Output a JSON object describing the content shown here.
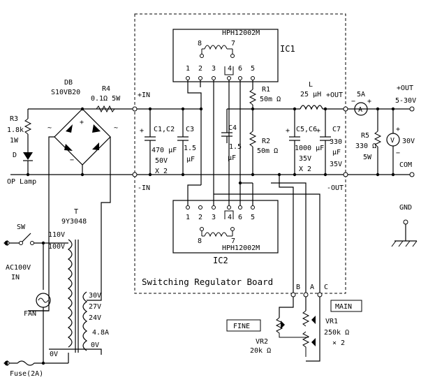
{
  "board": {
    "label": "Switching Regulator Board"
  },
  "ic1": {
    "label": "IC1",
    "part": "HPH12002M",
    "pins_top": [
      "8",
      "7"
    ],
    "pins_bottom": [
      "1",
      "2",
      "3",
      "4",
      "6",
      "5"
    ]
  },
  "ic2": {
    "label": "IC2",
    "part": "HPH12002M",
    "pins_top": [
      "1",
      "2",
      "3",
      "4",
      "6",
      "5"
    ],
    "pins_bottom": [
      "8",
      "7"
    ]
  },
  "bridge": {
    "ref": "DB",
    "part": "S10VB20",
    "plus": "+",
    "minus": "−",
    "ac1": "~",
    "ac2": "~"
  },
  "r4": {
    "ref": "R4",
    "value": "0.1Ω 5W"
  },
  "r3": {
    "ref": "R3",
    "value": "1.8k",
    "power": "1W"
  },
  "lamp": {
    "ref": "D",
    "label": "OP Lamp"
  },
  "transformer": {
    "ref": "T",
    "part": "9Y3048",
    "taps_primary": [
      "110V",
      "100V",
      "0V"
    ],
    "taps_secondary": [
      "30V",
      "27V",
      "24V",
      "4.8A",
      "0V"
    ]
  },
  "mains": {
    "switch": "SW",
    "label1": "AC100V",
    "label2": "IN",
    "fan": "FAN",
    "fuse": "Fuse(2A)"
  },
  "input_terms": {
    "plus": "+IN",
    "minus": "-IN"
  },
  "c12": {
    "ref": "C1,C2",
    "value": "470 μF",
    "voltage": "50V",
    "count": "X 2",
    "plus": "+"
  },
  "c3": {
    "ref": "C3",
    "value": "1.5",
    "unit": "μF"
  },
  "c4": {
    "ref": "C4",
    "value": "1.5",
    "unit": "μF"
  },
  "r1": {
    "ref": "R1",
    "value": "50m Ω"
  },
  "r2": {
    "ref": "R2",
    "value": "50m Ω"
  },
  "inductor": {
    "ref": "L",
    "value": "25 μH"
  },
  "c56": {
    "ref": "C5,C6",
    "value": "1000 μF",
    "voltage": "35V",
    "count": "X 2",
    "plus1": "+",
    "plus2": "+"
  },
  "c7": {
    "ref": "C7",
    "value": "330",
    "unit": "μF",
    "voltage": "35V"
  },
  "output_terms": {
    "plus": "+OUT",
    "minus": "-OUT"
  },
  "ammeter": {
    "rating": "5A",
    "symbol": "A",
    "plus": "+",
    "minus": "−"
  },
  "voltmeter": {
    "symbol": "V",
    "range": "30V",
    "plus": "+",
    "minus": "−"
  },
  "r5": {
    "ref": "R5",
    "value": "330 Ω",
    "power": "5W"
  },
  "output": {
    "plus": "+OUT",
    "range": "5-30V",
    "com": "COM",
    "gnd": "GND"
  },
  "controls": {
    "b": "B",
    "a": "A",
    "c": "C",
    "fine": "FINE",
    "main": "MAIN"
  },
  "vr1": {
    "ref": "VR1",
    "value": "250k Ω",
    "count": "× 2"
  },
  "vr2": {
    "ref": "VR2",
    "value": "20k Ω"
  }
}
